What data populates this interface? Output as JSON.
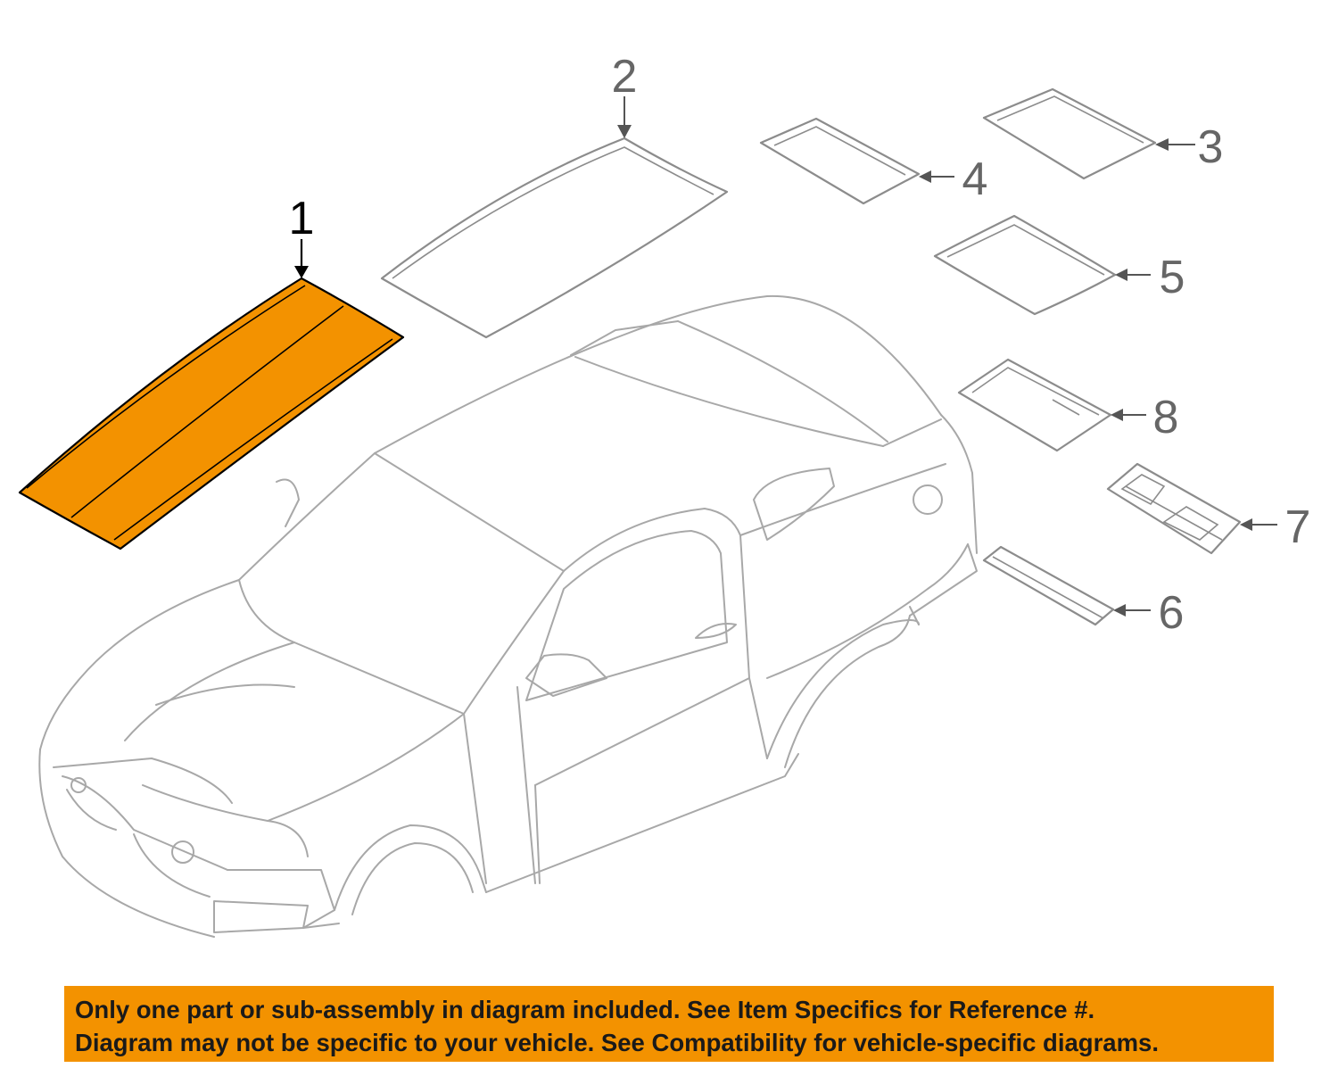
{
  "callouts": [
    "1",
    "2",
    "3",
    "4",
    "5",
    "6",
    "7",
    "8"
  ],
  "colors": {
    "highlight": "#f39200",
    "outline": "#8c8c8c",
    "car": "#a8a8a8"
  },
  "notice": {
    "line1": "Only one part or sub-assembly in diagram included. See Item Specifics for Reference #.",
    "line2": "Diagram may not be specific to your vehicle. See Compatibility for vehicle-specific diagrams."
  }
}
